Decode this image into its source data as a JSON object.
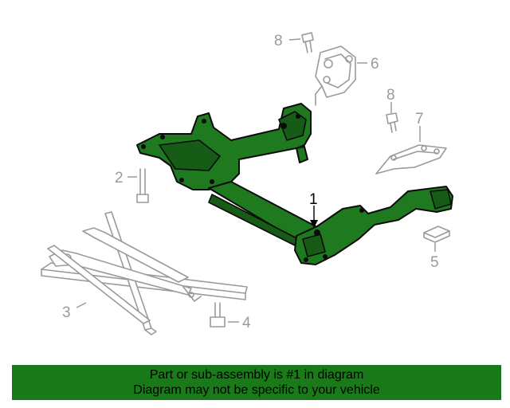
{
  "diagram": {
    "callouts": [
      {
        "id": "c1",
        "label": "1"
      },
      {
        "id": "c2",
        "label": "2"
      },
      {
        "id": "c3",
        "label": "3"
      },
      {
        "id": "c4",
        "label": "4"
      },
      {
        "id": "c5",
        "label": "5"
      },
      {
        "id": "c6",
        "label": "6"
      },
      {
        "id": "c7",
        "label": "7"
      },
      {
        "id": "c8a",
        "label": "8"
      },
      {
        "id": "c8b",
        "label": "8"
      }
    ],
    "highlight_color": "#1f7a1f",
    "ghost_color": "#9a9a9a"
  },
  "banner": {
    "line1": "Part or sub-assembly is #1 in diagram",
    "line2": "Diagram may not be specific to your vehicle",
    "background": "#1a7a1a"
  }
}
